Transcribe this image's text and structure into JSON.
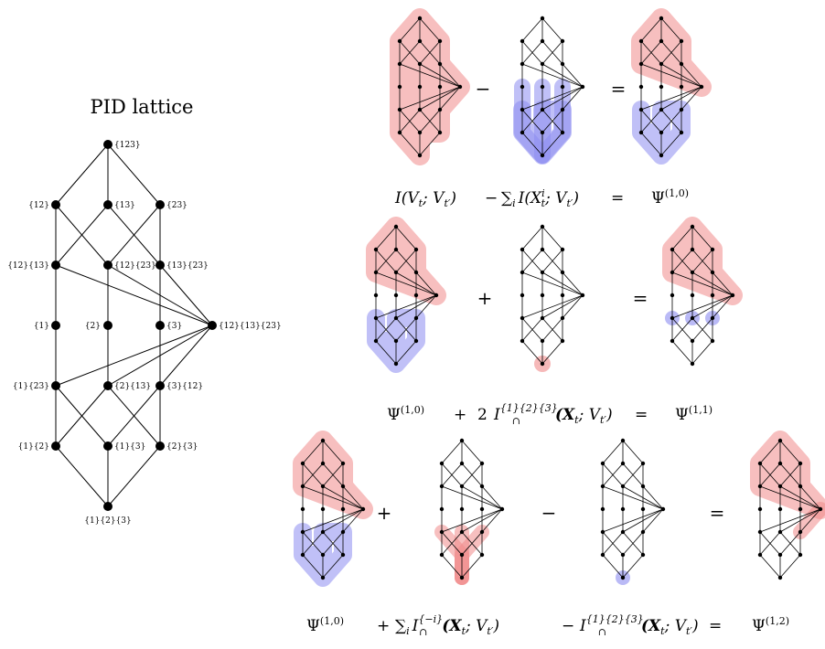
{
  "lattice": {
    "title": "PID lattice",
    "nodes": [
      {
        "id": "123",
        "label": "{123}"
      },
      {
        "id": "12",
        "label": "{12}"
      },
      {
        "id": "13",
        "label": "{13}"
      },
      {
        "id": "23",
        "label": "{23}"
      },
      {
        "id": "12_13",
        "label": "{12}{13}"
      },
      {
        "id": "12_23",
        "label": "{12}{23}"
      },
      {
        "id": "13_23",
        "label": "{13}{23}"
      },
      {
        "id": "12_13_23",
        "label": "{12}{13}{23}"
      },
      {
        "id": "1",
        "label": "{1}"
      },
      {
        "id": "2",
        "label": "{2}"
      },
      {
        "id": "3",
        "label": "{3}"
      },
      {
        "id": "1_23",
        "label": "{1}{23}"
      },
      {
        "id": "2_13",
        "label": "{2}{13}"
      },
      {
        "id": "3_12",
        "label": "{3}{12}"
      },
      {
        "id": "1_2",
        "label": "{1}{2}"
      },
      {
        "id": "1_3",
        "label": "{1}{3}"
      },
      {
        "id": "2_3",
        "label": "{2}{3}"
      },
      {
        "id": "1_2_3",
        "label": "{1}{2}{3}"
      }
    ]
  },
  "rows": [
    {
      "ops": [
        "−",
        "="
      ],
      "equation": [
        "I(V",
        "t",
        "; V",
        "t′",
        ")",
        "−",
        "∑",
        "i",
        "I(X",
        "i",
        "t",
        "; V",
        "t′",
        ")",
        "=",
        "Ψ",
        "(1,0)"
      ]
    },
    {
      "ops": [
        "+",
        "="
      ],
      "equation": [
        "Ψ",
        "(1,0)",
        "+",
        "2",
        "I",
        "{1}{2}{3}",
        "∩",
        "(X",
        "t",
        "; V",
        "t′",
        ")",
        "=",
        "Ψ",
        "(1,1)"
      ]
    },
    {
      "ops": [
        "+",
        "−",
        "="
      ],
      "equation": [
        "Ψ",
        "(1,0)",
        "+",
        "∑",
        "i",
        "I",
        "{−i}",
        "∩",
        "(X",
        "t",
        "; V",
        "t′",
        ")",
        "−",
        "I",
        "{1}{2}{3}",
        "∩",
        "(X",
        "t",
        "; V",
        "t′",
        ")",
        "=",
        "Ψ",
        "(1,2)"
      ]
    }
  ],
  "colors": {
    "red": "#f08a8a",
    "blue": "#8c8cf0",
    "line": "#000000"
  }
}
